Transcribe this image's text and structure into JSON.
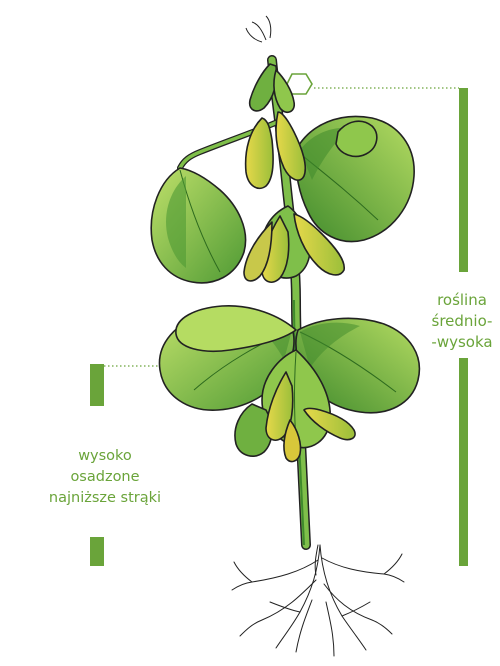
{
  "annotations": {
    "plant_height": {
      "lines": [
        "roślina",
        "średnio-",
        "-wysoka"
      ],
      "color": "#6aa43a"
    },
    "lowest_pods": {
      "lines": [
        "wysoko",
        "osadzone",
        "najniższe strąki"
      ],
      "color": "#6aa43a"
    }
  },
  "illustration": {
    "subject": "soybean-plant",
    "colors": {
      "leaf_light": "#a8d45a",
      "leaf_dark": "#4f9a34",
      "pod_yellow": "#d8c73a",
      "outline": "#222222",
      "accent_green": "#6aa43a"
    }
  }
}
